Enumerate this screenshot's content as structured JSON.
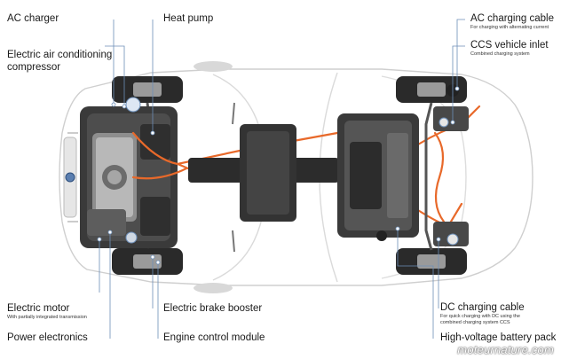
{
  "labels": {
    "ac_charger": "AC charger",
    "ac_compressor": "Electric air conditioning\ncompressor",
    "heat_pump": "Heat pump",
    "ac_cable": "AC charging cable",
    "ac_cable_sub": "For charging with alternating current",
    "ccs_inlet": "CCS vehicle inlet",
    "ccs_inlet_sub": "Combined charging system",
    "electric_motor": "Electric motor",
    "electric_motor_sub": "With partially integrated transmission",
    "power_electronics": "Power electronics",
    "brake_booster": "Electric brake booster",
    "engine_control": "Engine control module",
    "dc_cable": "DC charging cable",
    "dc_cable_sub": "For quick charging with DC using the\ncombined charging system CCS",
    "battery_pack": "High-voltage battery pack"
  },
  "watermark": "moteurnature.com",
  "colors": {
    "leader": "#6d8fb8",
    "dot": "#ffffff",
    "orange_cable": "#e8692a",
    "body_line": "#c9c9c9",
    "battery": "#3a3a3a"
  }
}
